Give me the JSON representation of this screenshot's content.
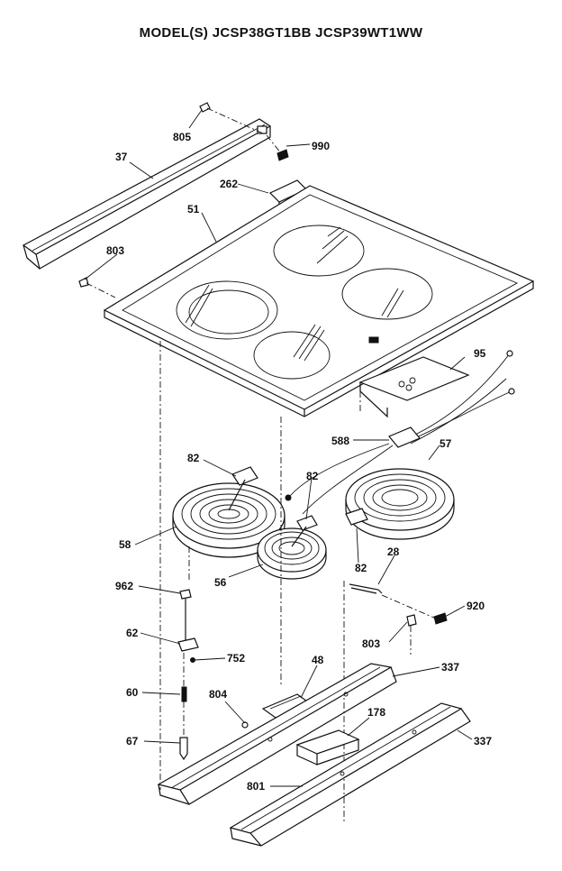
{
  "title": "MODEL(S) JCSP38GT1BB  JCSP39WT1WW",
  "callouts": {
    "c805": "805",
    "c990": "990",
    "c37": "37",
    "c262": "262",
    "c51": "51",
    "c803a": "803",
    "c95": "95",
    "c588": "588",
    "c57": "57",
    "c82a": "82",
    "c82b": "82",
    "c82c": "82",
    "c58": "58",
    "c56": "56",
    "c28": "28",
    "c962": "962",
    "c920": "920",
    "c62": "62",
    "c752": "752",
    "c803b": "803",
    "c48": "48",
    "c337a": "337",
    "c60": "60",
    "c804": "804",
    "c178": "178",
    "c337b": "337",
    "c67": "67",
    "c801": "801"
  }
}
